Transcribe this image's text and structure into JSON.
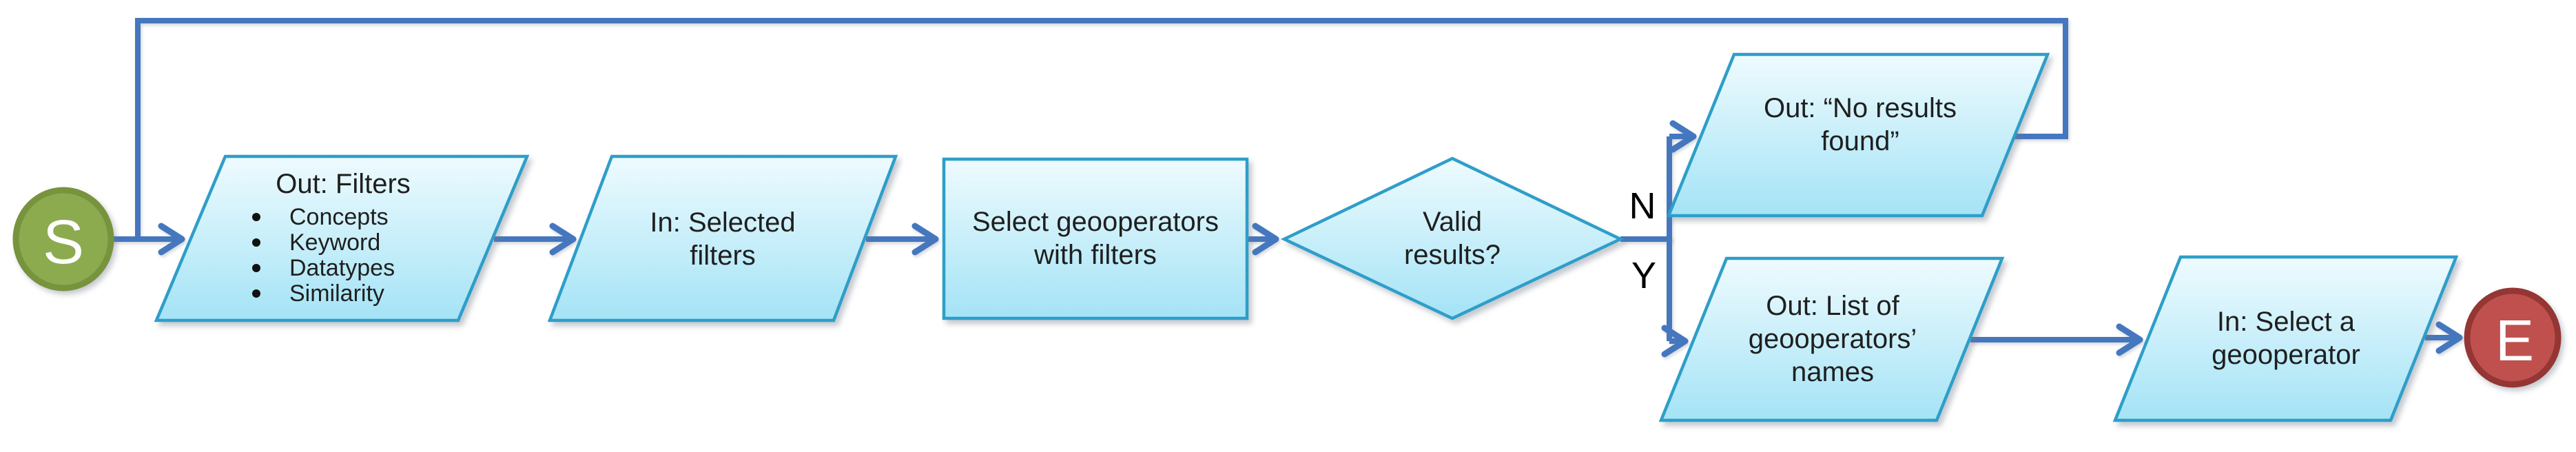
{
  "colors": {
    "connector": "#4577BE",
    "shape_border": "#2E9EC9",
    "shape_fill_top": "#EEFBFE",
    "shape_fill_bottom": "#A4E3F6",
    "start_fill": "#8CAB4F",
    "start_border": "#78933D",
    "end_fill": "#C0504D",
    "end_border": "#943634",
    "text": "#1F1F1F"
  },
  "nodes": {
    "start": {
      "label": "S"
    },
    "out_filters": {
      "title": "Out: Filters",
      "bullets": [
        "Concepts",
        "Keyword",
        "Datatypes",
        "Similarity"
      ]
    },
    "in_selected_filters": {
      "lines": [
        "In: Selected",
        "filters"
      ]
    },
    "select_geooperators": {
      "lines": [
        "Select geooperators",
        "with filters"
      ]
    },
    "valid_results": {
      "lines": [
        "Valid",
        "results?"
      ]
    },
    "no_results_found": {
      "lines": [
        "Out: “No results",
        "found”"
      ]
    },
    "list_of_names": {
      "lines": [
        "Out: List of",
        "geooperators’",
        "names"
      ]
    },
    "select_a_geooperator": {
      "lines": [
        "In: Select a",
        "geooperator"
      ]
    },
    "end": {
      "label": "E"
    }
  },
  "branch_labels": {
    "no": "N",
    "yes": "Y"
  }
}
